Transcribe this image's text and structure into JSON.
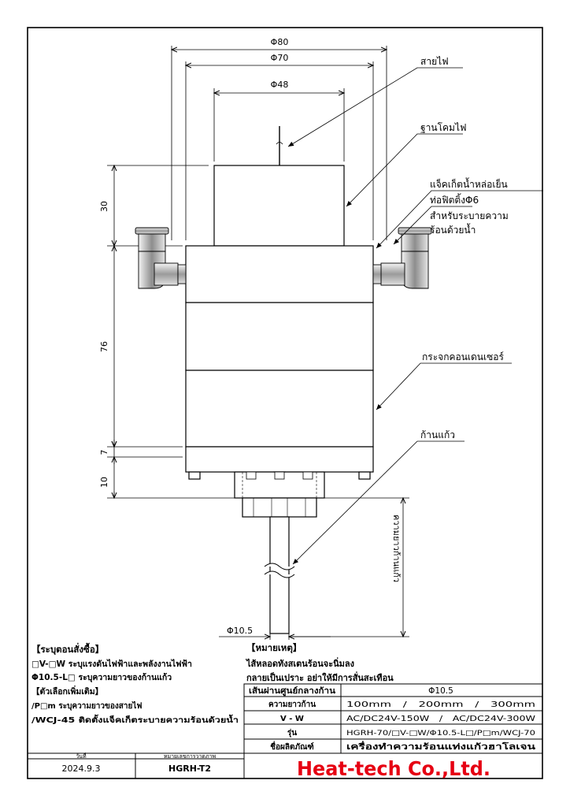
{
  "dimensions": {
    "d80": "Φ80",
    "d70": "Φ70",
    "d48": "Φ48",
    "h30": "30",
    "h76": "76",
    "h7": "7",
    "h10": "10",
    "rod_dia": "Φ10.5",
    "rod_length": "ความยาวก้านแก้ว"
  },
  "callouts": {
    "cable": "สายไฟ",
    "lamp_base": "ฐานโคมไฟ",
    "water_jacket": "แจ็คเก็ตน้ำหล่อเย็น",
    "fitting": "ท่อฟิตติ้งΦ6",
    "cooling_line1": "สำหรับระบายความ",
    "cooling_line2": "ร้อนด้วยน้ำ",
    "condenser": "กระจกคอนเดนเซอร์",
    "glass_rod": "ก้านแก้ว"
  },
  "order_notes": {
    "title": "【ระบุตอนสั่งซื้อ】",
    "line1": "□V-□W ระบุแรงดันไฟฟ้าและพลังงานไฟฟ้า",
    "line2": "Φ10.5-L□ ระบุความยาวของก้านแก้ว",
    "option_title": "【ตัวเลือกเพิ่มเติม】",
    "line3": "/P□m ระบุความยาวของสายไฟ",
    "line4": "/WCJ-45 ติดตั้งแจ็คเก็ตระบายความร้อนด้วยน้ำ"
  },
  "remarks": {
    "title": "【หมายเหตุ】",
    "line1": "ไส้หลอดทังสเตนร้อนจะนิ่มลง",
    "line2": "กลายเป็นเปราะ อย่าให้มีการสั่นสะเทือน"
  },
  "spec_table": {
    "rows": [
      {
        "label": "เส้นผ่านศูนย์กลางก้าน",
        "value": "Φ10.5"
      },
      {
        "label": "ความยาวก้าน",
        "value": "100mm　/　200mm　/　300mm"
      },
      {
        "label": "V - W",
        "value": "AC/DC24V-150W　/　AC/DC24V-300W"
      },
      {
        "label": "รุ่น",
        "value": "HGRH-70/□V-□W/Φ10.5-L□/P□m/WCJ-70"
      },
      {
        "label": "ชื่อผลิตภัณฑ์",
        "value": "เครื่องทำความร้อนแท่งแก้วฮาโลเจน"
      }
    ]
  },
  "title_block": {
    "date_label": "วันที่",
    "date_value": "2024.9.3",
    "drawing_no_label": "หมายเลขการวาดภาพ",
    "drawing_no_value": "HGRH-T2",
    "company": "Heat-tech Co.,Ltd."
  },
  "colors": {
    "line": "#000000",
    "company_red": "#e60012"
  }
}
